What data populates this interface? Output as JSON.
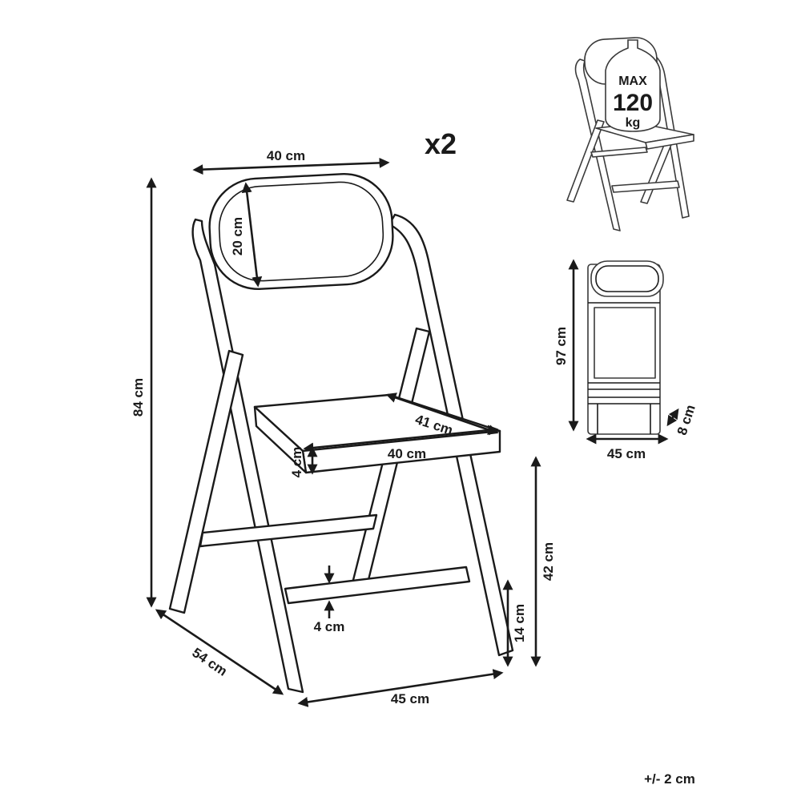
{
  "quantity": "x2",
  "tolerance": "+/- 2 cm",
  "main_view": {
    "backrest_width": "40 cm",
    "backrest_height": "20 cm",
    "total_height": "84 cm",
    "seat_depth": "41 cm",
    "seat_width": "40 cm",
    "seat_thickness": "4 cm",
    "seat_height": "42 cm",
    "stretcher_height": "14 cm",
    "stretcher_thickness": "4 cm",
    "depth": "54 cm",
    "width": "45 cm"
  },
  "load_view": {
    "max_label": "MAX",
    "max_value": "120",
    "max_unit": "kg"
  },
  "folded_view": {
    "height": "97 cm",
    "width": "45 cm",
    "thickness": "8 cm"
  }
}
